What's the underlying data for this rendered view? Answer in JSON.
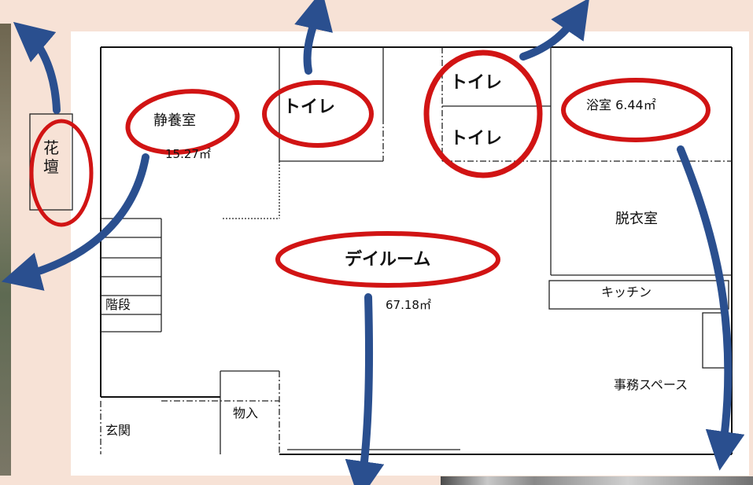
{
  "rooms": {
    "flowerbed": "花壇",
    "rest_room": "静養室",
    "rest_room_area": "15.27㎡",
    "toilet_1": "トイレ",
    "toilet_2": "トイレ",
    "toilet_3": "トイレ",
    "bath": "浴室 6.44㎡",
    "changing_room": "脱衣室",
    "kitchen": "キッチン",
    "day_room": "デイルーム",
    "day_room_area": "67.18㎡",
    "stairs": "階段",
    "office_space": "事務スペース",
    "storage": "物入",
    "entrance": "玄関"
  },
  "colors": {
    "background": "#f7e2d6",
    "arrow": "#2a4f8f",
    "highlight": "#d11414",
    "wall": "#111111"
  }
}
